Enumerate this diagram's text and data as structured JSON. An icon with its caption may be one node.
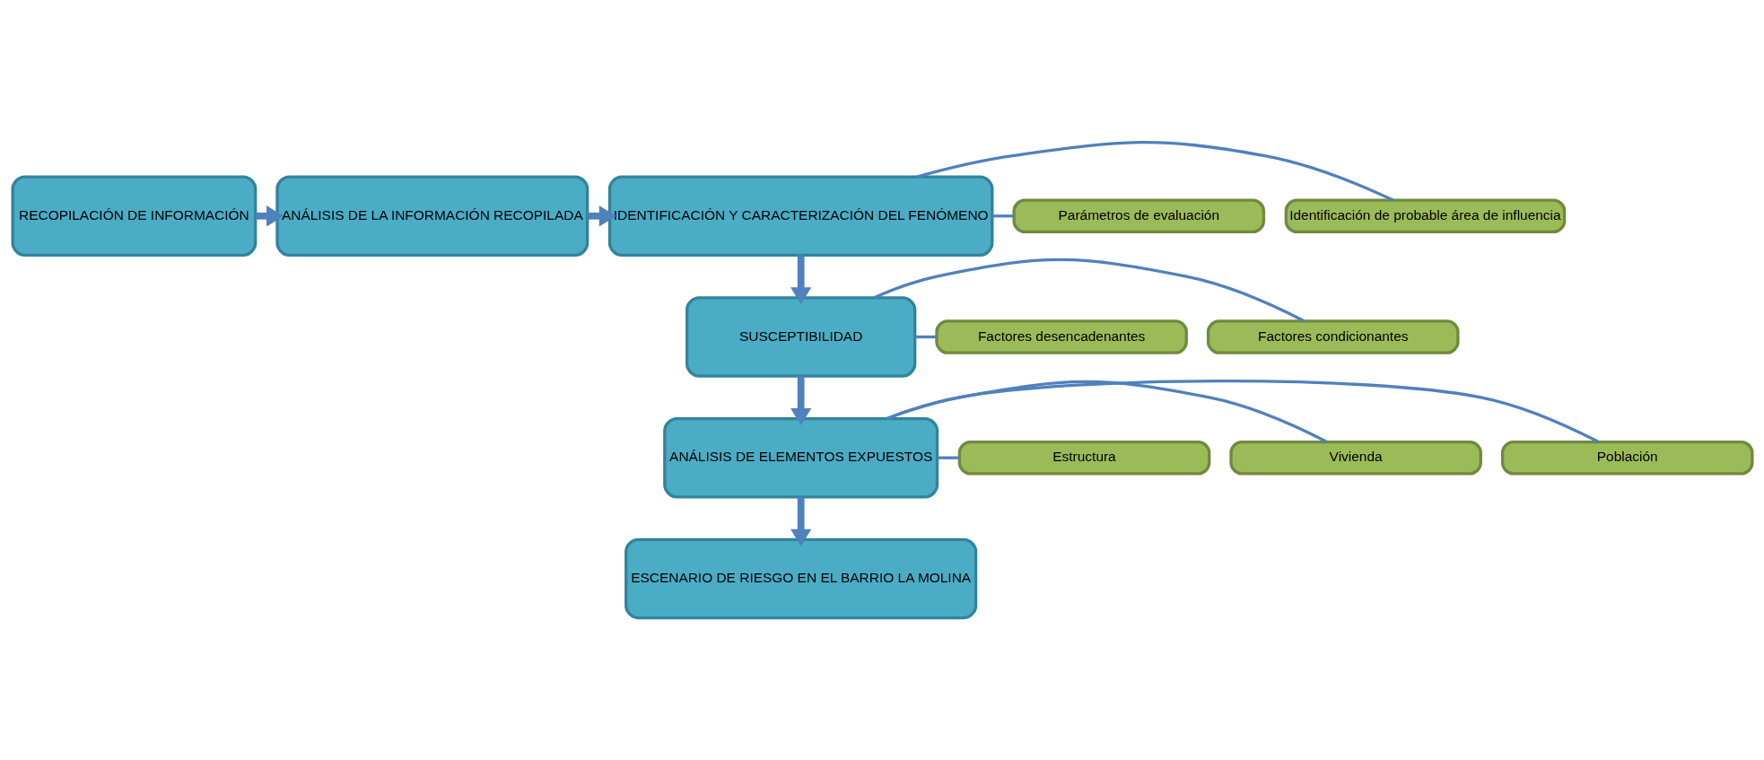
{
  "diagram": {
    "nodes": [
      {
        "text": [
          "RECOPILACIÓN DE INFORMACIÓN"
        ]
      },
      {
        "text": [
          "ANÁLISIS DE LA INFORMACIÓN RECOPILADA"
        ]
      },
      {
        "text": [
          "IDENTIFICACIÓN Y CARACTERIZACIÓN DEL FENÓMENO"
        ]
      },
      {
        "text": [
          "Identificación de probable área de influencia"
        ]
      },
      {
        "text": [
          "Parámetros de evaluación"
        ]
      },
      {
        "text": [
          "SUSCEPTIBILIDAD"
        ]
      },
      {
        "text": [
          "Factores condicionantes"
        ]
      },
      {
        "text": [
          "Factores desencadenantes"
        ]
      },
      {
        "text": [
          "ANÁLISIS DE ELEMENTOS EXPUESTOS"
        ]
      },
      {
        "text": [
          "Población"
        ]
      },
      {
        "text": [
          "Vivienda"
        ]
      },
      {
        "text": [
          "Estructura"
        ]
      },
      {
        "text": [
          "ESCENARIO DE RIESGO EN EL BARRIO LA MOLINA"
        ]
      }
    ],
    "edges": [
      {
        "from": 0,
        "to": 1,
        "arrow": "to",
        "style": "thick"
      },
      {
        "from": 1,
        "to": 2,
        "arrow": "to",
        "style": "thick"
      },
      {
        "from": 2,
        "to": 3,
        "arrow": "none"
      },
      {
        "from": 2,
        "to": 4,
        "arrow": "none"
      },
      {
        "from": 2,
        "to": 5,
        "arrow": "to",
        "style": "thick"
      },
      {
        "from": 5,
        "to": 6,
        "arrow": "none"
      },
      {
        "from": 5,
        "to": 7,
        "arrow": "none"
      },
      {
        "from": 5,
        "to": 8,
        "arrow": "to",
        "style": "thick"
      },
      {
        "from": 8,
        "to": 9,
        "arrow": "none"
      },
      {
        "from": 8,
        "to": 10,
        "arrow": "none"
      },
      {
        "from": 8,
        "to": 11,
        "arrow": "none"
      },
      {
        "from": 8,
        "to": 12,
        "arrow": "to",
        "style": "thick"
      }
    ]
  }
}
